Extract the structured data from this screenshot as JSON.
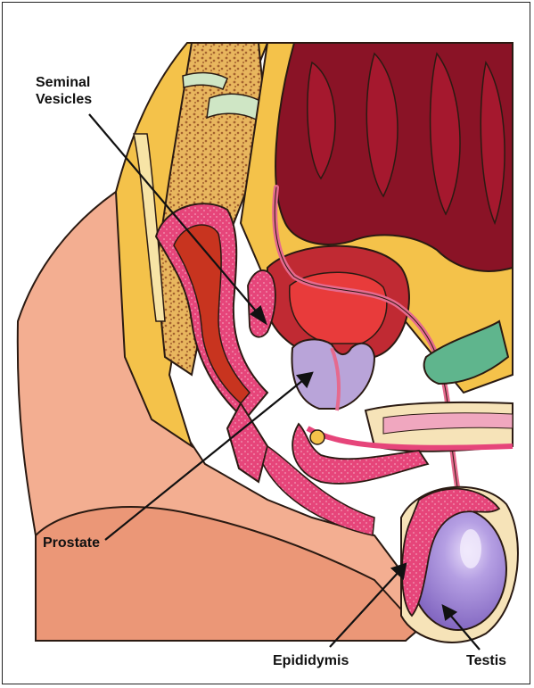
{
  "labels": {
    "seminal_vesicles": [
      "Seminal",
      "Vesicles"
    ],
    "prostate": "Prostate",
    "epididymis": "Epididymis",
    "testis": "Testis"
  },
  "colors": {
    "skin": "#f3ae91",
    "skin_dark": "#e68a6a",
    "fat": "#f4c24a",
    "bone": "#e8b65e",
    "bone_spots": "#a4612e",
    "disc": "#cfe6c5",
    "rectum": "#c8341f",
    "rectum_wall": "#e6457a",
    "intestine": "#8a1326",
    "intestine_light": "#a5182e",
    "bladder_wall": "#c02a33",
    "bladder_inner": "#e83b3b",
    "prostate": "#b9a4d9",
    "vessel_pink": "#e56a8e",
    "testis": "#9a7ed0",
    "testis_highlight": "#d4c6ee",
    "pubic_bone": "#5fb58d",
    "tunica": "#f6e3b8",
    "arrow": "#111111"
  }
}
